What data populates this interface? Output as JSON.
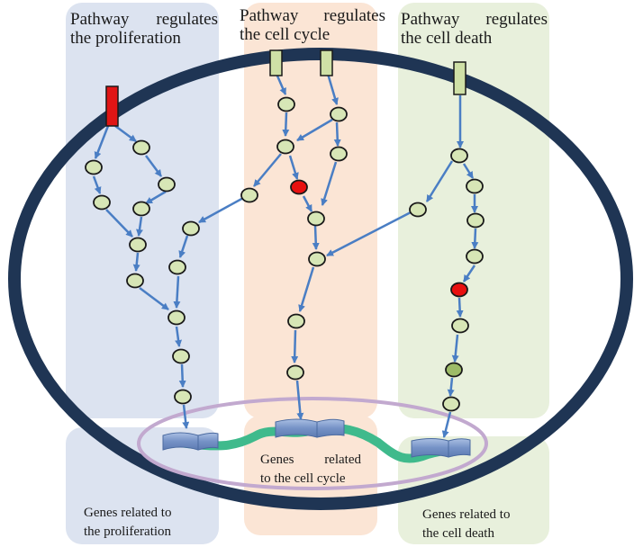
{
  "panels": {
    "proliferation": {
      "pathway_label": [
        "Pathway regulates",
        "the proliferation"
      ],
      "genes_label": [
        "Genes related to",
        "the proliferation"
      ]
    },
    "cell_cycle": {
      "pathway_label": [
        "Pathway regulates",
        "the cell cycle"
      ],
      "genes_label": [
        "Genes related",
        "to the cell cycle"
      ]
    },
    "cell_death": {
      "pathway_label": [
        "Pathway regulates",
        "the cell death"
      ],
      "genes_label": [
        "Genes related to",
        "the cell death"
      ]
    }
  },
  "colors": {
    "proliferation_panel": "#dce3f0",
    "cell_cycle_panel": "#fbe5d5",
    "cell_death_panel": "#e8f0dc",
    "cell_membrane": "#1f3554",
    "node_fill": "#d7e6b6",
    "node_dark_fill": "#9dbb67",
    "active_node": "#e81010",
    "receptor_red": "#e01515",
    "receptor_green": "#cfe0a6",
    "arrow": "#4a7ec4",
    "dna_strand": "#3fba8c",
    "gene_block": "#7a97c9",
    "nucleus_outline": "#c2a9cf"
  }
}
